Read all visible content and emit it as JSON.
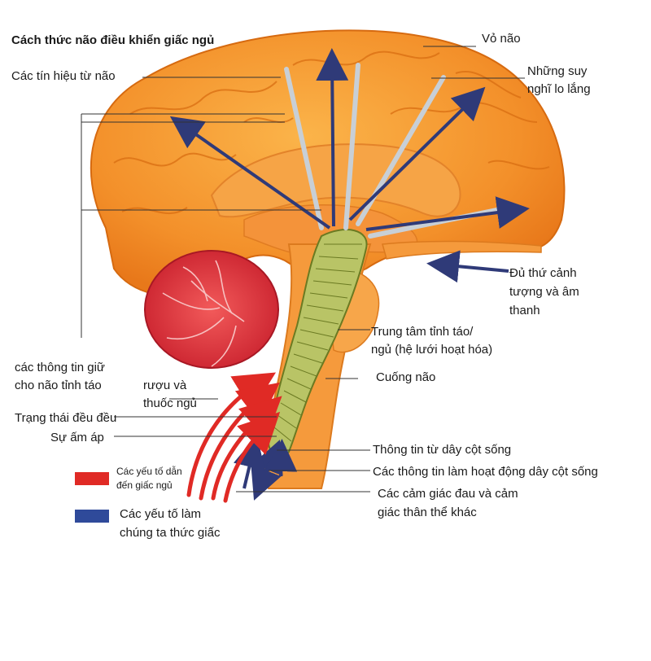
{
  "title": "Cách thức não điều khiển giấc ngủ",
  "labels": {
    "cortex": "Vỏ não",
    "brain_signals": "Các tín hiệu từ não",
    "worries_1": "Những suy",
    "worries_2": "nghĩ lo lắng",
    "sights_1": "Đủ thứ cảnh",
    "sights_2": "tượng và âm",
    "sights_3": "thanh",
    "center_1": "Trung tâm tỉnh táo/",
    "center_2": "ngủ (hệ lưới hoạt hóa)",
    "brainstem": "Cuống não",
    "keep_awake_1": "các thông tin giữ",
    "keep_awake_2": "cho não tỉnh táo",
    "alcohol_1": "rượu và",
    "alcohol_2": "thuốc ngủ",
    "rhythm": "Trạng thái đều đều",
    "warmth": "Sự ấm áp",
    "spinal_info": "Thông tin từ dây cột sống",
    "spinal_activity": "Các thông tin làm hoạt động dây cột sống",
    "pain_1": "Các cảm giác đau và cảm",
    "pain_2": "giác thân thể khác"
  },
  "legend": [
    {
      "color": "#e02a25",
      "line1": "Các yếu tố dẫn",
      "line2": "đến giấc ngủ"
    },
    {
      "color": "#2f4a9a",
      "line1": "Các yếu tố làm",
      "line2": "chúng ta thức giấc"
    }
  ],
  "colors": {
    "cortex_outer": "#f08a1c",
    "cortex_inner": "#f7a43a",
    "cerebellum": "#e0343d",
    "formation": "#b9c466",
    "awake_arrow": "#2f3a78",
    "grey_arrow": "#c8cfd6",
    "sleep_arrow": "#e02a25"
  }
}
